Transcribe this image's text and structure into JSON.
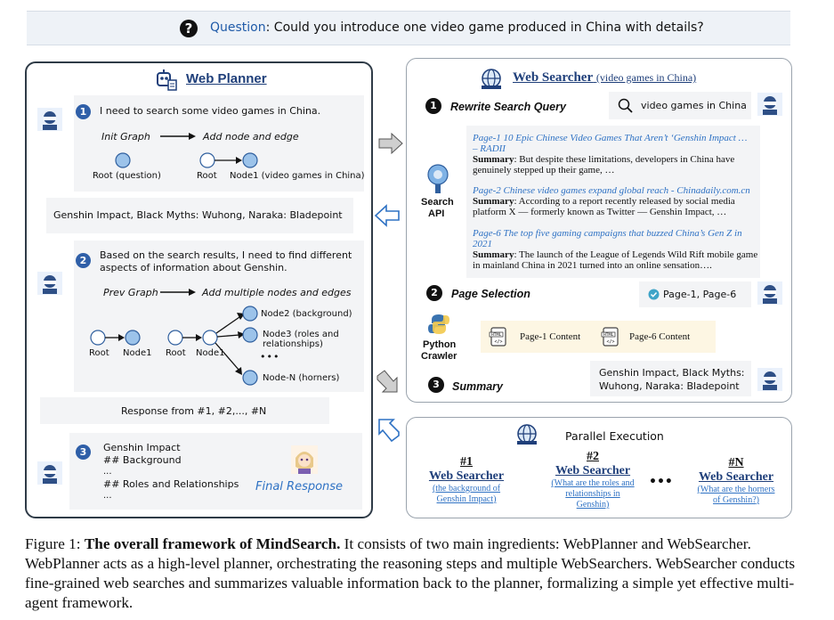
{
  "question": {
    "label": "Question",
    "text": ": Could you introduce one video game produced in China with details?"
  },
  "planner": {
    "title": "Web Planner",
    "step1": {
      "num": "1",
      "text": "I need to search some video games in China.",
      "init_graph": "Init Graph",
      "add_node": "Add node and edge",
      "root_q": "Root (question)",
      "root": "Root",
      "node1": "Node1 (video games in China)"
    },
    "result_box": "Genshin Impact, Black Myths: Wuhong, Naraka: Bladepoint",
    "step2": {
      "num": "2",
      "text_line1": "Based on the search results, I need to find different",
      "text_line2": "aspects of information about Genshin.",
      "prev_graph": "Prev Graph",
      "add_multiple": "Add multiple nodes and edges",
      "root": "Root",
      "node1": "Node1",
      "node2": "Node2 (background)",
      "node3_line1": "Node3 (roles and",
      "node3_line2": "relationships)",
      "dots": "•••",
      "nodeN": "Node-N (horners)"
    },
    "response_box": "Response from #1, #2,..., #N",
    "step3": {
      "num": "3",
      "line1": "Genshin Impact",
      "line2": "## Background",
      "line3": "...",
      "line4": "## Roles and Relationships",
      "line5": "...",
      "final": "Final Response"
    }
  },
  "searcher": {
    "title": "Web Searcher",
    "title_suffix": "(video games in China)",
    "step1": {
      "num": "1",
      "label": "Rewrite Search Query",
      "query": "video games in China"
    },
    "search_api": {
      "line1": "Search",
      "line2": "API"
    },
    "results": [
      {
        "title_line1": "Page-1 10 Epic Chinese Video Games That Aren’t ‘Genshin Impact …",
        "title_line2": "– RADII",
        "summary_label": "Summary",
        "summary_line1": ": But despite these limitations, developers in China have",
        "summary_line2": "genuinely stepped up their game, …"
      },
      {
        "title_line1": "Page-2 Chinese video games expand global reach - Chinadaily.com.cn",
        "title_line2": "",
        "summary_label": "Summary",
        "summary_line1": ": According to a report recently released by social media",
        "summary_line2": "platform X — formerly known as Twitter — Genshin Impact, …"
      },
      {
        "title_line1": "Page-6 The top five gaming campaigns that buzzed China’s Gen Z in",
        "title_line2": "2021",
        "summary_label": "Summary",
        "summary_line1": ": The launch of the League of Legends Wild Rift mobile game",
        "summary_line2": "in mainland China in 2021 turned into an online sensation…."
      }
    ],
    "step2": {
      "num": "2",
      "label": "Page Selection",
      "selected": "Page-1, Page-6"
    },
    "crawler": {
      "line1": "Python",
      "line2": "Crawler"
    },
    "page1_content": "Page-1 Content",
    "page6_content": "Page-6 Content",
    "step3": {
      "num": "3",
      "label": "Summary",
      "line1": "Genshin Impact, Black Myths:",
      "line2": "Wuhong, Naraka: Bladepoint"
    }
  },
  "parallel": {
    "title": "Parallel Execution",
    "items": [
      {
        "num": "#1",
        "name": "Web Searcher",
        "q_line1": "(the background of",
        "q_line2": "Genshin Impact)",
        "q_line3": ""
      },
      {
        "num": "#2",
        "name": "Web Searcher",
        "q_line1": "(What are the roles and",
        "q_line2": "relationships in",
        "q_line3": "Genshin)"
      },
      {
        "num": "#N",
        "name": "Web Searcher",
        "q_line1": "(What are the horners",
        "q_line2": "of Genshin?)",
        "q_line3": ""
      }
    ],
    "dots": "•••"
  },
  "caption": {
    "prefix": "Figure 1: ",
    "bold": "The overall framework of MindSearch.",
    "rest": " It consists of two main ingredients: WebPlanner and WebSearcher. WebPlanner acts as a high-level planner, orchestrating the reasoning steps and multiple WebSearchers. WebSearcher conducts fine-grained web searches and summarizes valuable information back to the planner, formalizing a simple yet effective multi-agent framework."
  }
}
